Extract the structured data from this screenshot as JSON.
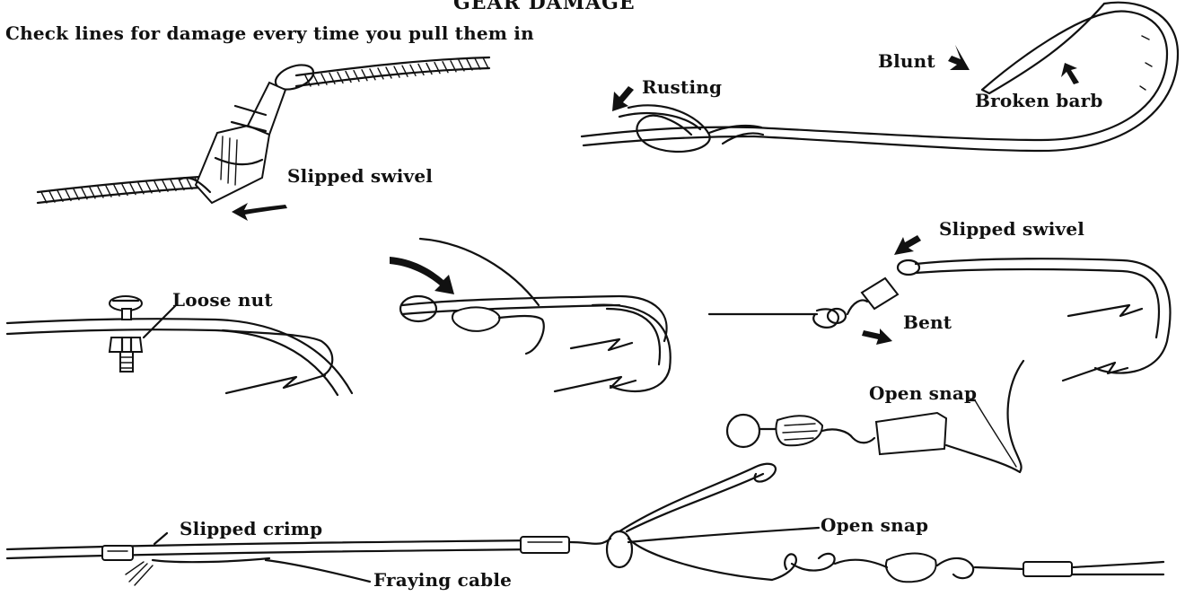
{
  "title": "GEAR DAMAGE",
  "subtitle": "Check lines for damage every time you pull them in",
  "labels": {
    "slipped_swivel_1": "Slipped swivel",
    "blunt": "Blunt",
    "rusting": "Rusting",
    "broken_barb": "Broken barb",
    "slipped_swivel_2": "Slipped swivel",
    "loose_nut": "Loose nut",
    "bent": "Bent",
    "open_snap_1": "Open snap",
    "slipped_crimp": "Slipped crimp",
    "open_snap_2": "Open snap",
    "fraying_cable": "Fraying cable"
  }
}
